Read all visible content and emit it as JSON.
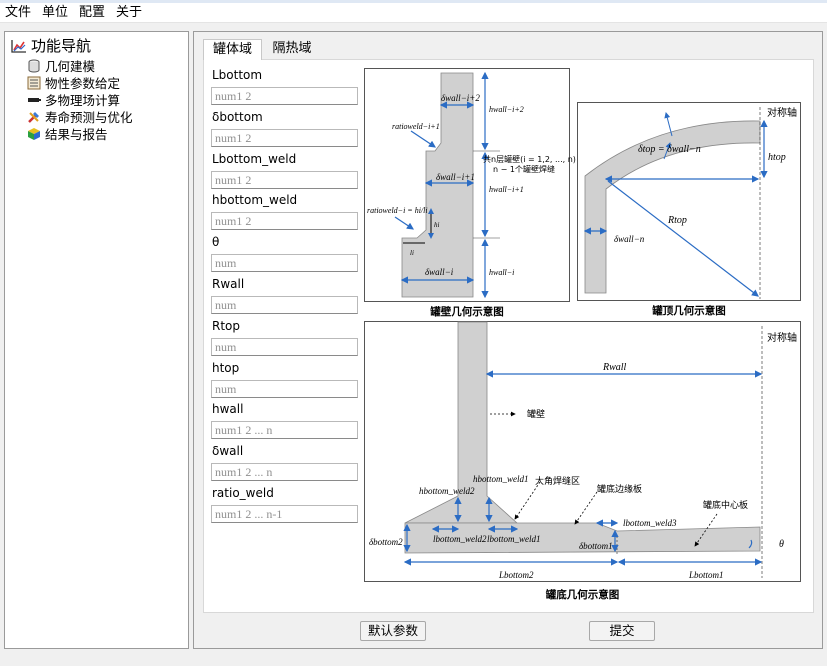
{
  "menu": [
    "文件",
    "单位",
    "配置",
    "关于"
  ],
  "nav": {
    "root": "功能导航",
    "items": [
      "几何建模",
      "物性参数给定",
      "多物理场计算",
      "寿命预测与优化",
      "结果与报告"
    ]
  },
  "tabs": [
    "罐体域",
    "隔热域"
  ],
  "fields": [
    {
      "label": "Lbottom",
      "placeholder": "num1 2"
    },
    {
      "label": "δbottom",
      "placeholder": "num1 2"
    },
    {
      "label": "Lbottom_weld",
      "placeholder": "num1 2"
    },
    {
      "label": "hbottom_weld",
      "placeholder": "num1 2"
    },
    {
      "label": "θ",
      "placeholder": "num"
    },
    {
      "label": "Rwall",
      "placeholder": "num"
    },
    {
      "label": "Rtop",
      "placeholder": "num"
    },
    {
      "label": "htop",
      "placeholder": "num"
    },
    {
      "label": "hwall",
      "placeholder": "num1 2 ... n"
    },
    {
      "label": "δwall",
      "placeholder": "num1 2 ... n"
    },
    {
      "label": "ratio_weld",
      "placeholder": "num1 2 ... n-1"
    }
  ],
  "figures": {
    "wall": {
      "caption": "罐壁几何示意图",
      "note_line1": "共n层罐壁(i = 1,2, ..., n)",
      "note_line2": "n − 1个罐壁焊缝",
      "d_wall_i2": "δwall−i+2",
      "h_wall_i2": "hwall−i+2",
      "ratio_i1": "ratioweld−i+1",
      "d_wall_i1": "δwall−i+1",
      "h_wall_i1": "hwall−i+1",
      "ratio_i": "ratioweld−i = hi/li",
      "h_i": "hi",
      "l_i": "li",
      "d_wall_i": "δwall−i",
      "h_wall_i": "hwall−i"
    },
    "top": {
      "caption": "罐顶几何示意图",
      "axis": "对称轴",
      "d_top": "δtop = δwall−n",
      "h_top": "htop",
      "r_top": "Rtop",
      "d_wall_n": "δwall−n"
    },
    "bottom": {
      "caption": "罐底几何示意图",
      "axis": "对称轴",
      "r_wall": "Rwall",
      "wall": "罐壁",
      "fillet": "大角焊缝区",
      "edge_plate": "罐底边缘板",
      "center_plate": "罐底中心板",
      "h_weld2": "hbottom_weld2",
      "h_weld1": "hbottom_weld1",
      "l_weld3": "lbottom_weld3",
      "d_bottom2": "δbottom2",
      "l_weld2": "lbottom_weld2",
      "l_weld1": "lbottom_weld1",
      "d_bottom1": "δbottom1",
      "theta": "θ",
      "L_bottom2": "Lbottom2",
      "L_bottom1": "Lbottom1"
    }
  },
  "buttons": {
    "default": "默认参数",
    "submit": "提交"
  },
  "colors": {
    "accent_blue": "#2b6cc4",
    "steel_gray": "#d0d0d0"
  }
}
